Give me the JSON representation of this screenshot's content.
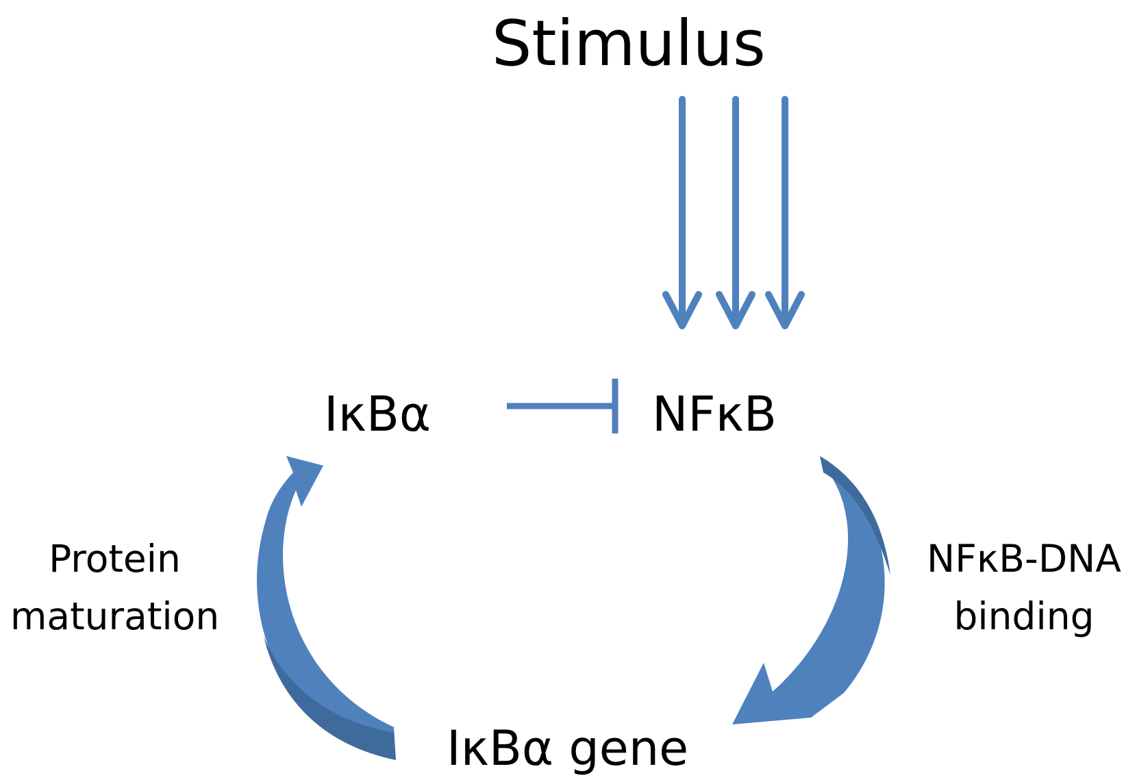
{
  "nodes": {
    "stimulus": "Stimulus",
    "ikba": "IκBα",
    "nfkb": "NFκB",
    "ikba_gene": "IκBα gene"
  },
  "edge_labels": {
    "protein_maturation": [
      "Protein",
      "maturation"
    ],
    "nfkb_dna_binding": [
      "NFκB-DNA",
      "binding"
    ]
  },
  "colors": {
    "arrow": "#4f81bd",
    "arrow_shade": "#3f6a9c",
    "text": "#000000"
  }
}
